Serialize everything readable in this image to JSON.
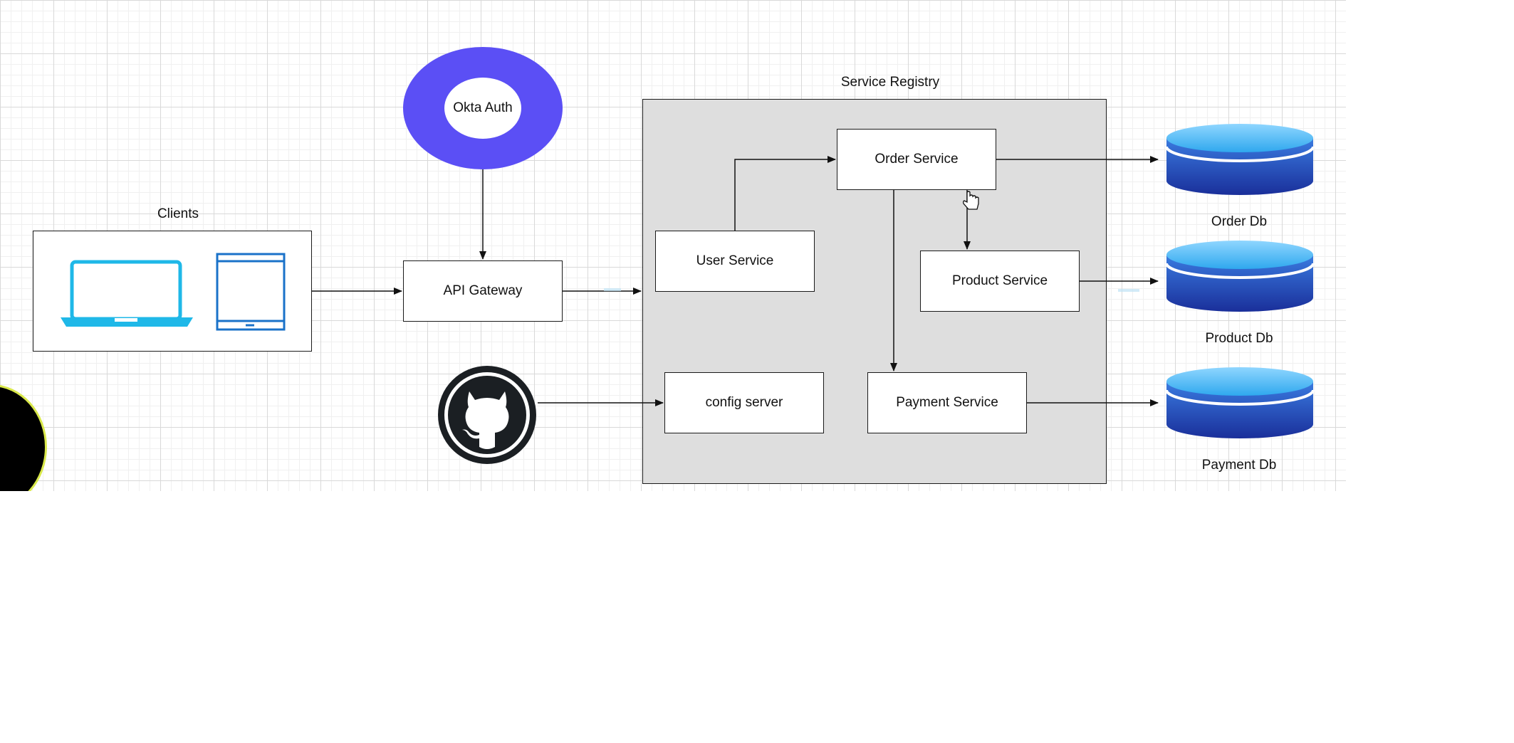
{
  "diagram": {
    "clients_label": "Clients",
    "okta_label": "Okta Auth",
    "api_gateway_label": "API Gateway",
    "service_registry_label": "Service Registry",
    "services": {
      "order": "Order Service",
      "user": "User Service",
      "product": "Product Service",
      "config": "config server",
      "payment": "Payment Service"
    },
    "databases": {
      "order": "Order Db",
      "product": "Product Db",
      "payment": "Payment Db"
    }
  },
  "colors": {
    "okta_ring": "#5b4ff5",
    "device_laptop": "#1fb8e8",
    "device_tablet": "#1a72c9",
    "db_top": "#3fb6f0",
    "db_bottom": "#1a2f9a",
    "registry_fill": "#dedede",
    "github_dark": "#1b1f23"
  },
  "icons": {
    "laptop": "laptop-icon",
    "tablet": "tablet-icon",
    "github": "github-icon",
    "database": "database-icon",
    "cursor": "hand-cursor-icon"
  }
}
